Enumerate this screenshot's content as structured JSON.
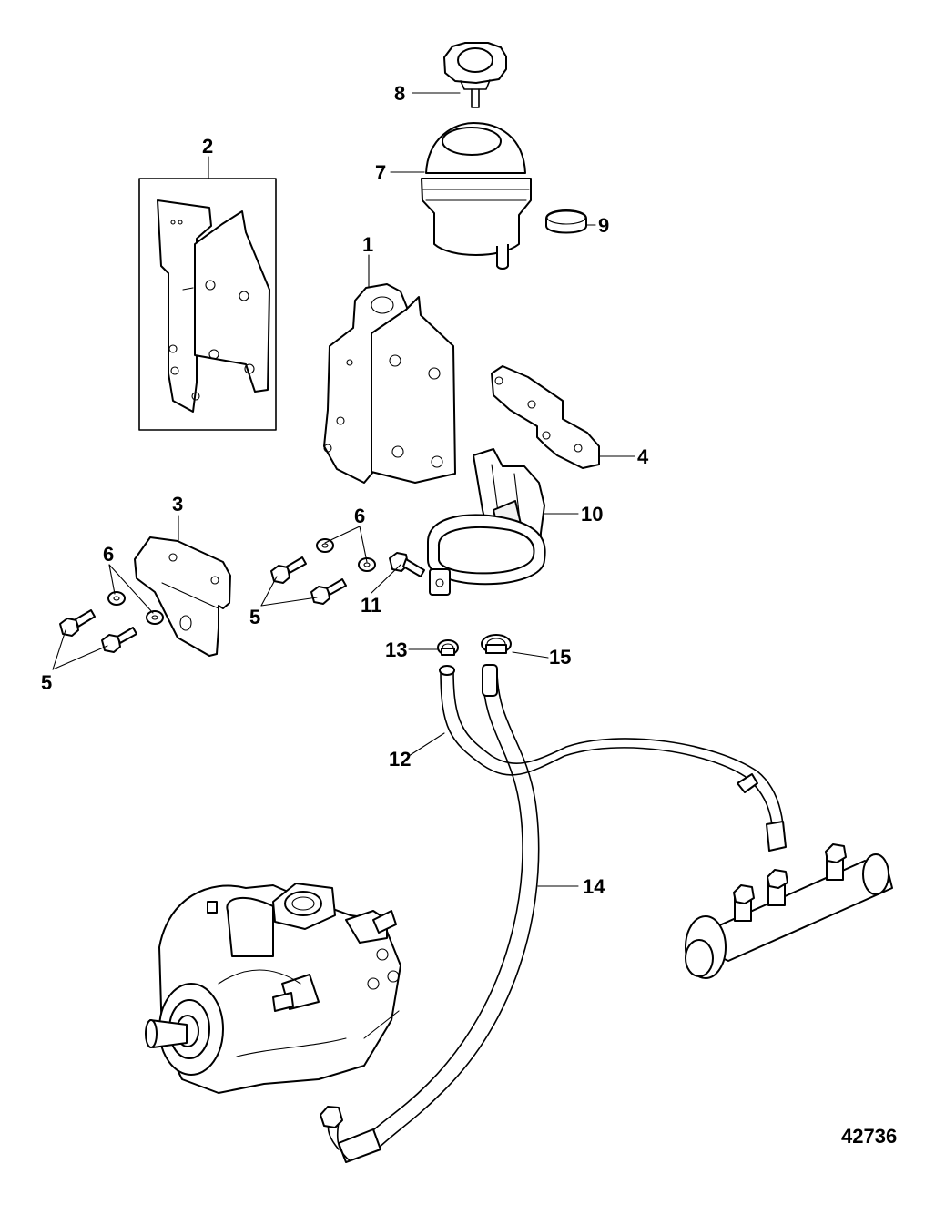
{
  "callouts": {
    "c1": "1",
    "c2": "2",
    "c3": "3",
    "c4": "4",
    "c5a": "5",
    "c5b": "5",
    "c6a": "6",
    "c6b": "6",
    "c7": "7",
    "c8": "8",
    "c9": "9",
    "c10": "10",
    "c11": "11",
    "c12": "12",
    "c13": "13",
    "c14": "14",
    "c15": "15"
  },
  "figure_number": "42736"
}
